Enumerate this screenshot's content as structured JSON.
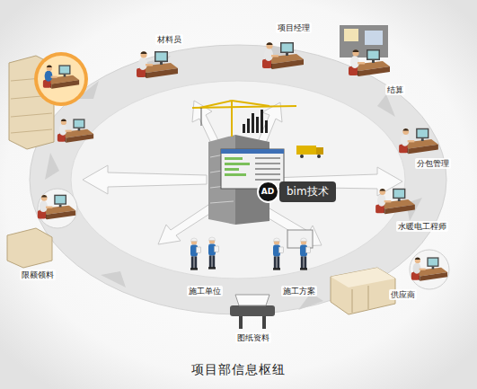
{
  "diagram": {
    "title": "项目部信息枢纽",
    "nodes": [
      {
        "text": [
          "AD"
        ]
      },
      {
        "text": [
          "bim技术"
        ]
      }
    ],
    "labels": [
      "材料员",
      "项目经理",
      "结算",
      "分包管理",
      "水暖电工程师",
      "供应商",
      "施工方案",
      "施工单位",
      "图纸资料",
      "限额领料"
    ]
  }
}
